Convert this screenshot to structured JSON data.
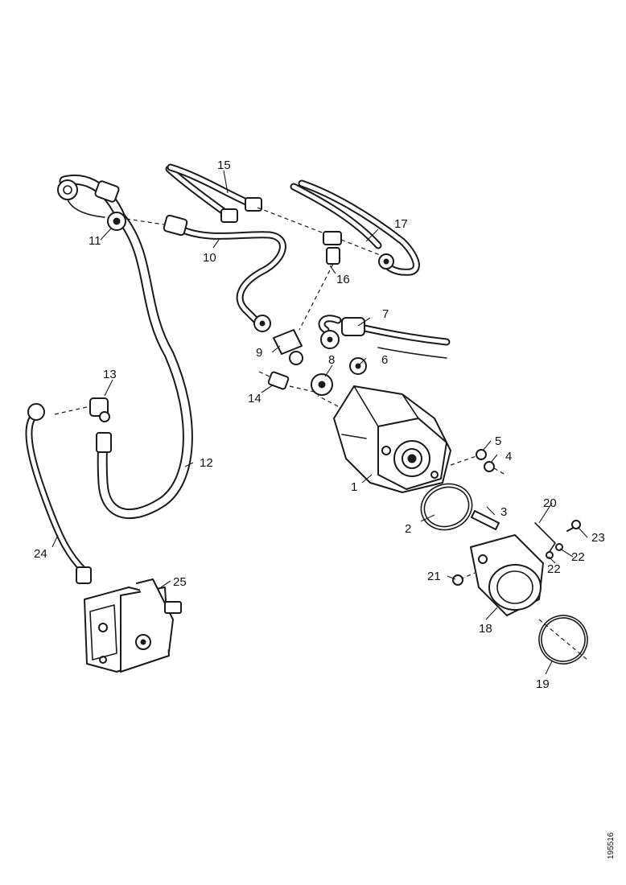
{
  "labels": {
    "l1": "1",
    "l2": "2",
    "l3": "3",
    "l4": "4",
    "l5": "5",
    "l6": "6",
    "l7": "7",
    "l8": "8",
    "l9": "9",
    "l10": "10",
    "l11": "11",
    "l12": "12",
    "l13": "13",
    "l14": "14",
    "l15": "15",
    "l16": "16",
    "l17": "17",
    "l18": "18",
    "l19": "19",
    "l20": "20",
    "l21": "21",
    "l22a": "22",
    "l22b": "22",
    "l23": "23",
    "l24": "24",
    "l25": "25"
  },
  "figure_ref": "195516"
}
